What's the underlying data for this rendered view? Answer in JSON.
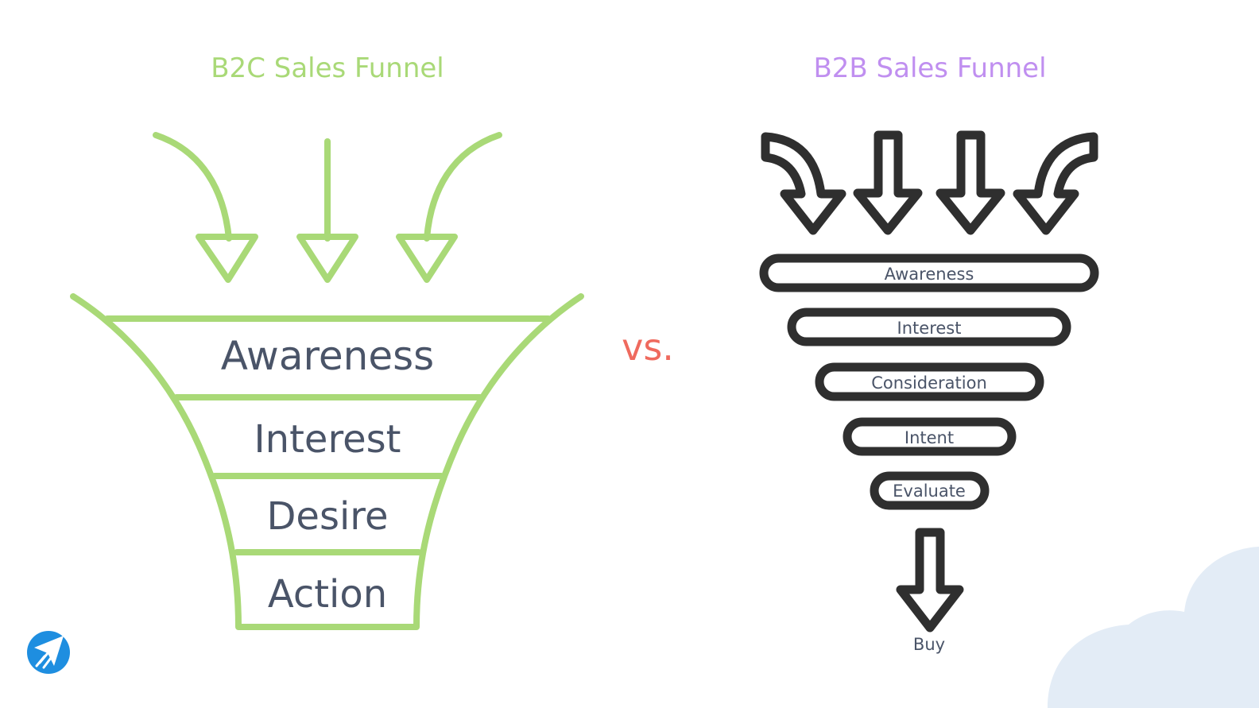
{
  "colors": {
    "b2c_accent": "#a9d977",
    "b2b_accent": "#c08ff0",
    "vs_color": "#ef6a5e",
    "b2b_outline": "#2f2f2f",
    "stage_text": "#4a5468",
    "logo": "#1e8ee0",
    "cloud": "#e3ecf6"
  },
  "b2c": {
    "title": "B2C Sales Funnel",
    "stages": [
      "Awareness",
      "Interest",
      "Desire",
      "Action"
    ]
  },
  "separator": "vs.",
  "b2b": {
    "title": "B2B Sales Funnel",
    "stages": [
      "Awareness",
      "Interest",
      "Consideration",
      "Intent",
      "Evaluate"
    ],
    "outcome": "Buy"
  },
  "logo": {
    "icon": "paper-plane-logo-icon"
  },
  "decoration": {
    "icon": "cloud-icon"
  }
}
